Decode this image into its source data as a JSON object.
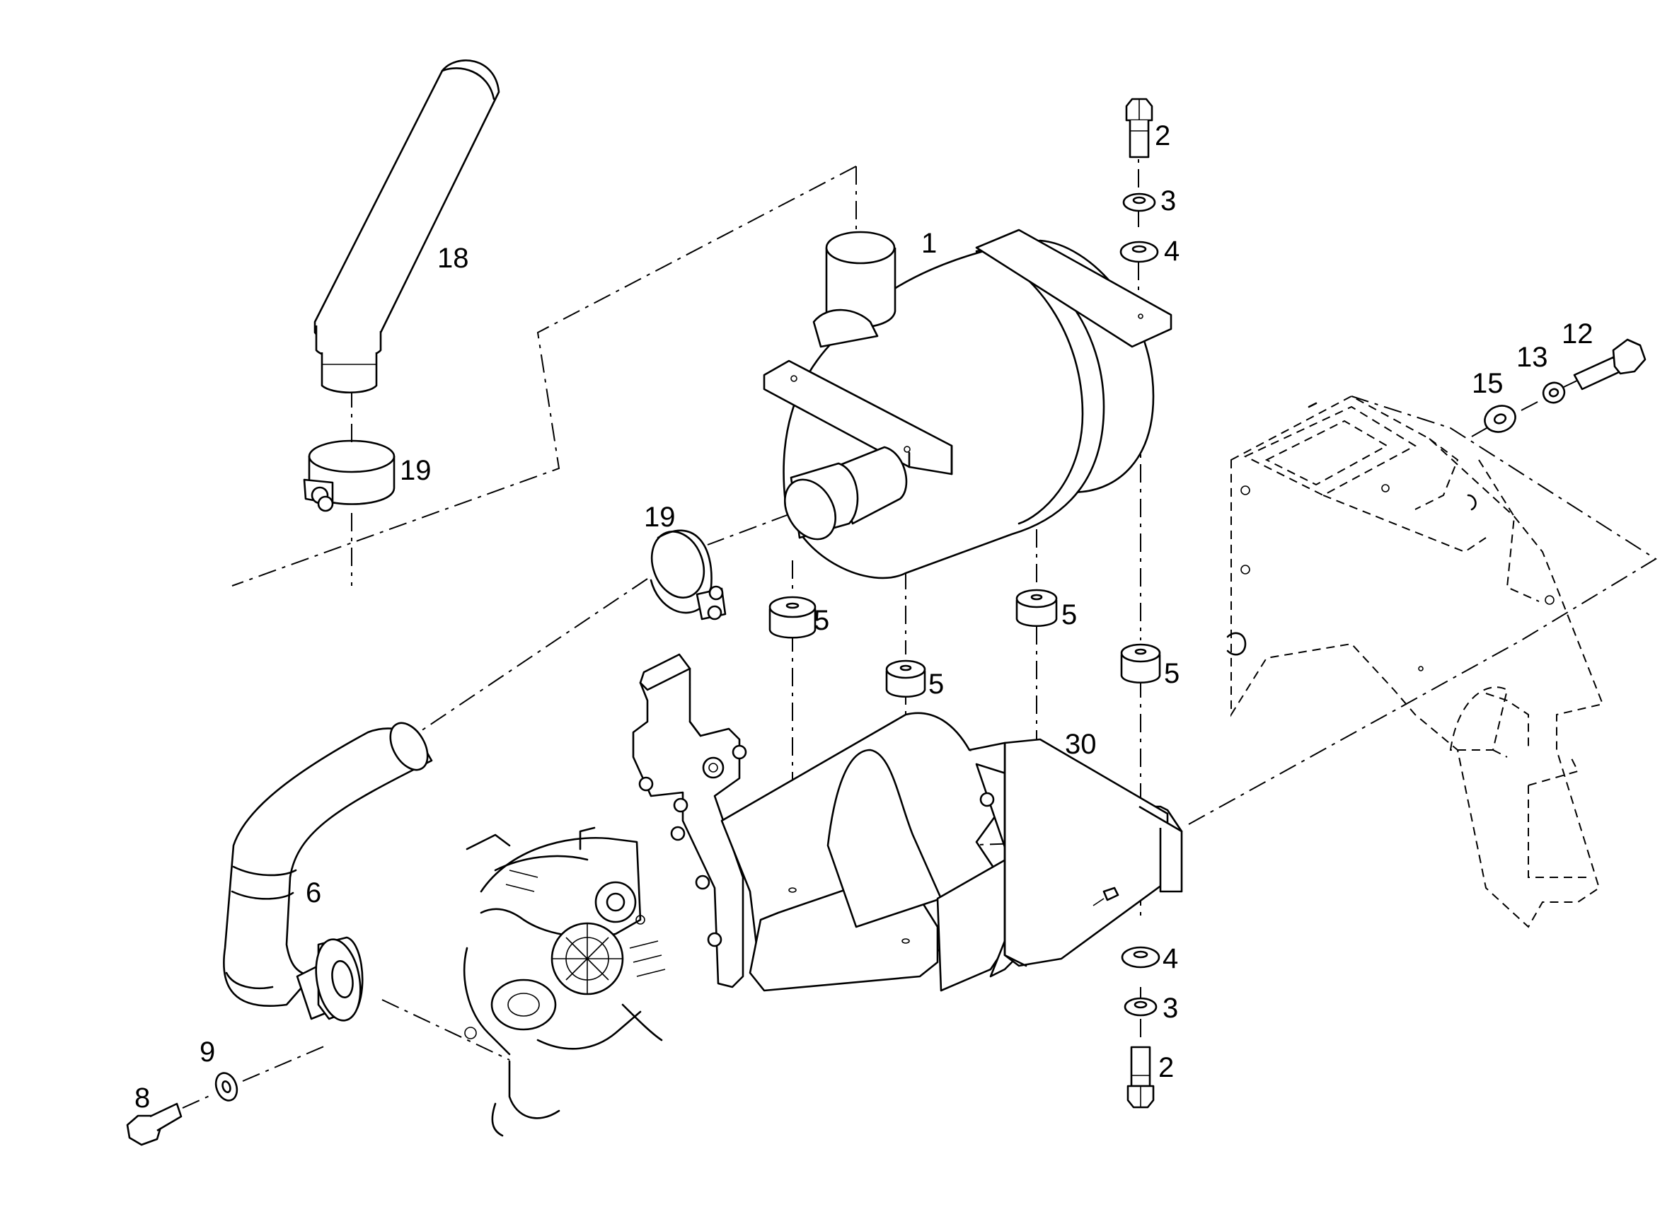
{
  "callouts": [
    {
      "id": "c1",
      "text": "1"
    },
    {
      "id": "c2a",
      "text": "2"
    },
    {
      "id": "c3a",
      "text": "3"
    },
    {
      "id": "c4a",
      "text": "4"
    },
    {
      "id": "c18",
      "text": "18"
    },
    {
      "id": "c19a",
      "text": "19"
    },
    {
      "id": "c19b",
      "text": "19"
    },
    {
      "id": "c5a",
      "text": "5"
    },
    {
      "id": "c5b",
      "text": "5"
    },
    {
      "id": "c5c",
      "text": "5"
    },
    {
      "id": "c5d",
      "text": "5"
    },
    {
      "id": "c12",
      "text": "12"
    },
    {
      "id": "c13",
      "text": "13"
    },
    {
      "id": "c15",
      "text": "15"
    },
    {
      "id": "c30",
      "text": "30"
    },
    {
      "id": "c6",
      "text": "6"
    },
    {
      "id": "c9",
      "text": "9"
    },
    {
      "id": "c8",
      "text": "8"
    },
    {
      "id": "c4b",
      "text": "4"
    },
    {
      "id": "c3b",
      "text": "3"
    },
    {
      "id": "c2b",
      "text": "2"
    }
  ]
}
